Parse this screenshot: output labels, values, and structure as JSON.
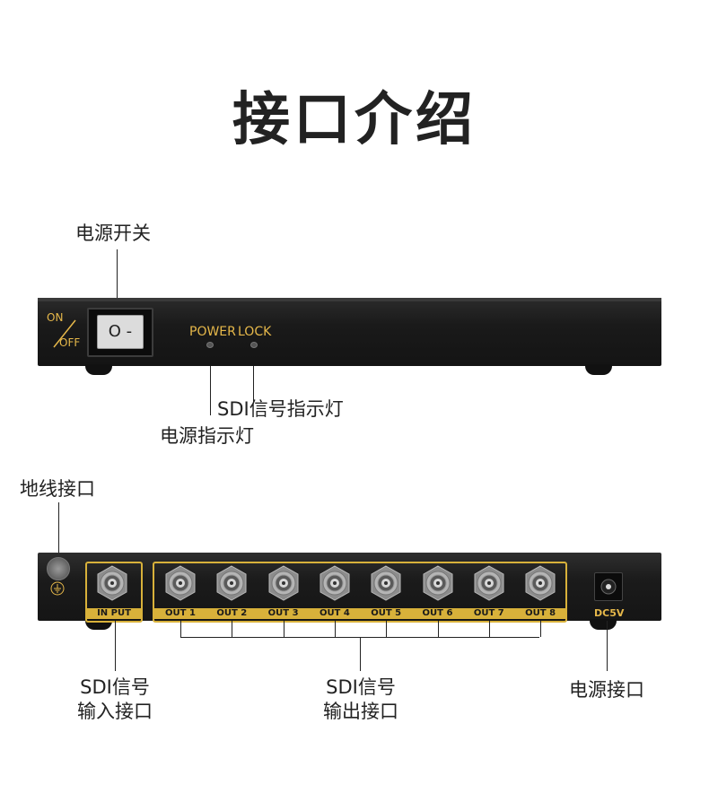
{
  "title": "接口介绍",
  "front": {
    "power_switch_label": "电源开关",
    "switch_on": "ON",
    "switch_off": "OFF",
    "switch_face": "O -",
    "power_led": "POWER",
    "lock_led": "LOCK",
    "sdi_indicator_label": "SDI信号指示灯",
    "power_indicator_label": "电源指示灯"
  },
  "back": {
    "ground_label": "地线接口",
    "input_port": "IN PUT",
    "outputs": [
      "OUT 1",
      "OUT 2",
      "OUT 3",
      "OUT 4",
      "OUT 5",
      "OUT 6",
      "OUT 7",
      "OUT 8"
    ],
    "dc_label": "DC5V",
    "sdi_in_label_1": "SDI信号",
    "sdi_in_label_2": "输入接口",
    "sdi_out_label_1": "SDI信号",
    "sdi_out_label_2": "输出接口",
    "power_port_label": "电源接口"
  },
  "colors": {
    "accent": "#d8b13a",
    "device": "#1a1a1a",
    "text": "#222222"
  }
}
